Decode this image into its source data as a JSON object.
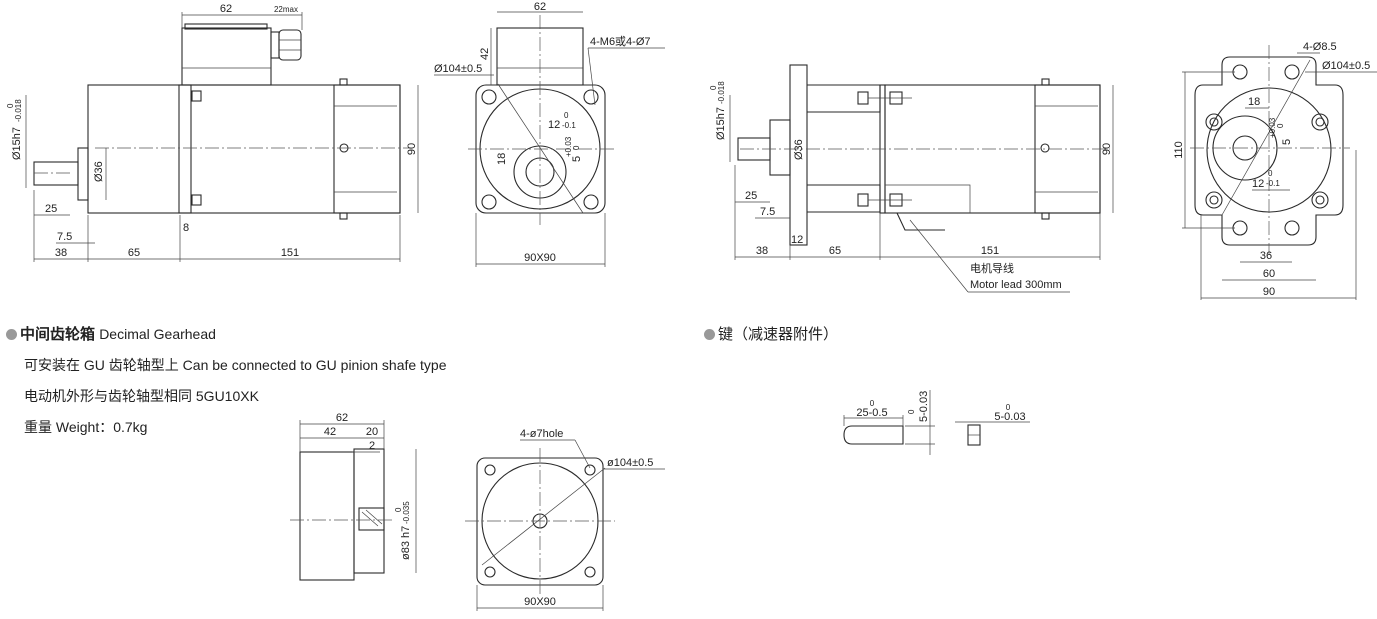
{
  "motor_side_view": {
    "dim_box_width": "62",
    "dim_gland": "22max",
    "dim_height": "90",
    "dim_flange": "8",
    "dim_step": "7.5",
    "dim_shaft": "25",
    "dim_shaft_total": "38",
    "dim_gear": "65",
    "dim_motor": "151",
    "shaft_dia": "Ø15h7",
    "shaft_tol_upper": "0",
    "shaft_tol_lower": "-0.018",
    "boss_dia": "Ø36"
  },
  "motor_front_view": {
    "dim_box_width": "62",
    "dim_box_height": "42",
    "pcd": "Ø104±0.5",
    "holes": "4-M6或4-Ø7",
    "key_width": "12",
    "key_width_tol_upper": "0",
    "key_width_tol_lower": "-0.1",
    "offset": "18",
    "key_depth": "5",
    "key_depth_tol_upper": "+0.03",
    "key_depth_tol_lower": "0",
    "size": "90X90"
  },
  "gearmotor_side_view": {
    "shaft_dia": "Ø15h7",
    "shaft_tol_upper": "0",
    "shaft_tol_lower": "-0.018",
    "boss_dia": "Ø36",
    "dim_shaft": "25",
    "dim_step": "7.5",
    "dim_flange": "12",
    "dim_shaft_total": "38",
    "dim_gear": "65",
    "dim_motor": "151",
    "dim_height": "90",
    "lead_label_cn": "电机导线",
    "lead_label_en": "Motor lead 300mm"
  },
  "gearmotor_front_view": {
    "holes": "4-Ø8.5",
    "pcd": "Ø104±0.5",
    "dim_offset": "18",
    "key_depth": "5",
    "key_depth_tol_upper": "+0.03",
    "key_depth_tol_lower": "0",
    "key_width": "12",
    "key_width_tol_upper": "0",
    "key_width_tol_lower": "-0.1",
    "dim_height": "110",
    "dim_holes": "36",
    "dim_plate": "60",
    "dim_width": "90"
  },
  "decimal_gearhead": {
    "title_cn": "中间齿轮箱",
    "title_en": "Decimal Gearhead",
    "line1": "可安装在 GU 齿轮轴型上 Can be connected to GU pinion shafe type",
    "line2": "电动机外形与齿轮轴型相同 5GU10XK",
    "weight_label": "重量",
    "weight_text": "Weight：0.7kg",
    "dim_total": "62",
    "dim_body": "42",
    "dim_hub": "20",
    "dim_gap": "2",
    "pilot_dia": "ø83 h7",
    "pilot_tol_upper": "0",
    "pilot_tol_lower": "-0.035",
    "holes": "4-ø7hole",
    "pcd": "ø104±0.5",
    "size": "90X90"
  },
  "key_section": {
    "title": "键（减速器附件）",
    "key_length": "25-0.5",
    "key_length_tol": "0",
    "key_height": "5-0.03",
    "key_height_tol": "0",
    "key_width": "5-0.03",
    "key_width_tol": "0"
  }
}
